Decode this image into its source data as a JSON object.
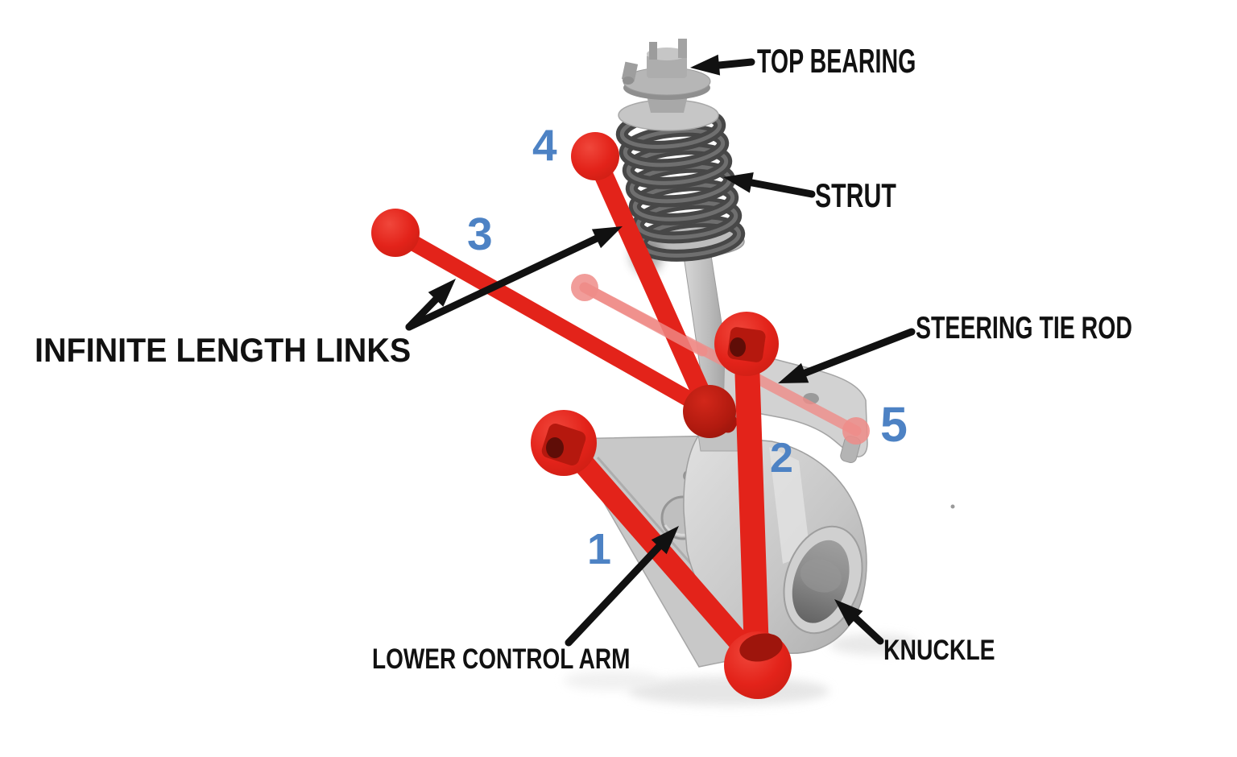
{
  "diagram": {
    "description_labels": {
      "top_bearing": "TOP BEARING",
      "strut": "STRUT",
      "steering_tie_rod": "STEERING TIE ROD",
      "infinite_length_links": "INFINITE LENGTH LINKS",
      "lower_control_arm": "LOWER CONTROL ARM",
      "knuckle": "KNUCKLE"
    },
    "link_numbers": {
      "n1": "1",
      "n2": "2",
      "n3": "3",
      "n4": "4",
      "n5": "5"
    },
    "colors": {
      "link_red": "#e3231a",
      "link_red_dark": "#b5180e",
      "link_faded_pink": "#f2a3a0",
      "number_blue": "#4d82c4",
      "annotation_black": "#111111",
      "metal_light": "#c9c9c9",
      "metal_dark": "#4d4d4d"
    }
  }
}
